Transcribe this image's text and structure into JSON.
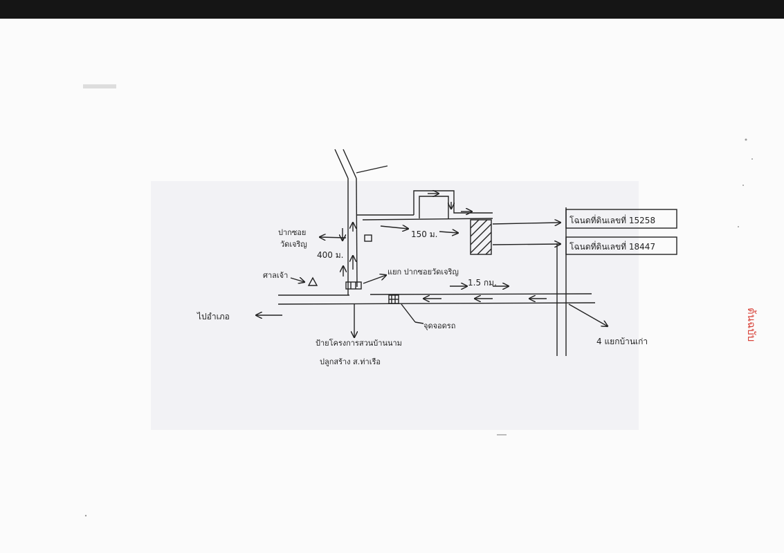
{
  "map": {
    "labels": {
      "deed_1": "โฉนดที่ดินเลขที่ 15258",
      "deed_2": "โฉนดที่ดินเลขที่ 18447",
      "dist_150m": "150 ม.",
      "dist_400m": "400 ม.",
      "dist_1_5km": "1.5 กม.",
      "landmark_top_left_1": "ปากซอย",
      "landmark_top_left_2": "วัดเจริญ",
      "landmark_left": "ศาลเจ้า",
      "branch_label": "แยก ปากซอยวัดเจริญ",
      "to_left": "ไปอำเภอ",
      "bus_stop": "จุดจอดรถ",
      "bottom_1": "ป้ายโครงการสวนบ้านนาม",
      "bottom_2": "ปลูกสร้าง ส.ท่าเรือ",
      "junction": "4 แยกบ้านเก่า"
    },
    "margin_note": "ต้นฉบับ",
    "colors": {
      "ink": "#222222",
      "red_ink": "#d8433a",
      "top_bar": "#151515"
    }
  }
}
